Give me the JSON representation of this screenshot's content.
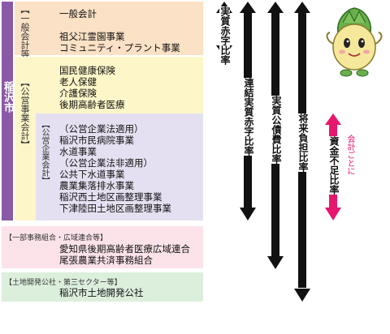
{
  "main_label": "稲沢市",
  "general_accounts": {
    "label": "【一般会計等】",
    "items": [
      "一般会計",
      "祖父江霊園事業",
      "コミュニティ・プラント事業"
    ]
  },
  "public_enterprise": {
    "label": "【公営事業会計】",
    "items": [
      "国民健康保険",
      "老人保健",
      "介護保険",
      "後期高齢者医療"
    ],
    "sub_label": "【公営企業会計】",
    "sub_items": [
      "（公営企業法適用）",
      "稲沢市民病院事業",
      "水道事業",
      "（公営企業法非適用）",
      "公共下水道事業",
      "農業集落排水事業",
      "稲沢西土地区画整理事業",
      "下津陸田土地区画整理事業"
    ]
  },
  "partial_affairs": {
    "label": "【一部事務組合・広域連合等】",
    "items": [
      "愛知県後期高齢者医療広域連合",
      "尾張農業共済事務組合"
    ]
  },
  "land_dev": {
    "label": "【土地開発公社・第三セクター等】",
    "items": [
      "稲沢市土地開発公社"
    ]
  },
  "ratios": {
    "real_deficit": "実質赤字比率",
    "consolidated_deficit": "連結実質赤字比率",
    "debt_service": "実質公債費比率",
    "future_burden": "将来負担比率",
    "fund_shortfall": "資金不足比率",
    "per_account": "会計ごとに"
  },
  "colors": {
    "purple": "#8a5aa6",
    "arrow": "#111111",
    "magenta": "#e6176f",
    "general_bg": "#fbe1c5",
    "public_bg": "#fdf6c8",
    "enterprise_bg": "#e5e0f1",
    "partial_bg": "#fce3ea",
    "land_bg": "#dcefdd"
  }
}
